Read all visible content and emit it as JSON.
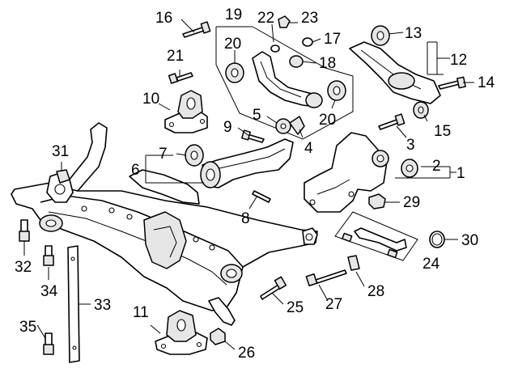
{
  "callouts": [
    {
      "key": "c1",
      "label": "1"
    },
    {
      "key": "c2",
      "label": "2"
    },
    {
      "key": "c3",
      "label": "3"
    },
    {
      "key": "c4",
      "label": "4"
    },
    {
      "key": "c5",
      "label": "5"
    },
    {
      "key": "c6",
      "label": "6"
    },
    {
      "key": "c7",
      "label": "7"
    },
    {
      "key": "c8",
      "label": "8"
    },
    {
      "key": "c9",
      "label": "9"
    },
    {
      "key": "c10",
      "label": "10"
    },
    {
      "key": "c11",
      "label": "11"
    },
    {
      "key": "c12",
      "label": "12"
    },
    {
      "key": "c13",
      "label": "13"
    },
    {
      "key": "c14",
      "label": "14"
    },
    {
      "key": "c15",
      "label": "15"
    },
    {
      "key": "c16",
      "label": "16"
    },
    {
      "key": "c17",
      "label": "17"
    },
    {
      "key": "c18",
      "label": "18"
    },
    {
      "key": "c19",
      "label": "19"
    },
    {
      "key": "c20a",
      "label": "20"
    },
    {
      "key": "c20b",
      "label": "20"
    },
    {
      "key": "c21",
      "label": "21"
    },
    {
      "key": "c22",
      "label": "22"
    },
    {
      "key": "c23",
      "label": "23"
    },
    {
      "key": "c24",
      "label": "24"
    },
    {
      "key": "c25",
      "label": "25"
    },
    {
      "key": "c26",
      "label": "26"
    },
    {
      "key": "c27",
      "label": "27"
    },
    {
      "key": "c28",
      "label": "28"
    },
    {
      "key": "c29",
      "label": "29"
    },
    {
      "key": "c30",
      "label": "30"
    },
    {
      "key": "c31",
      "label": "31"
    },
    {
      "key": "c32",
      "label": "32"
    },
    {
      "key": "c33",
      "label": "33"
    },
    {
      "key": "c34",
      "label": "34"
    },
    {
      "key": "c35",
      "label": "35"
    }
  ],
  "colors": {
    "line": "#000000",
    "background": "#ffffff",
    "part_fill": "#ffffff",
    "shade": "#e6e6e6"
  }
}
